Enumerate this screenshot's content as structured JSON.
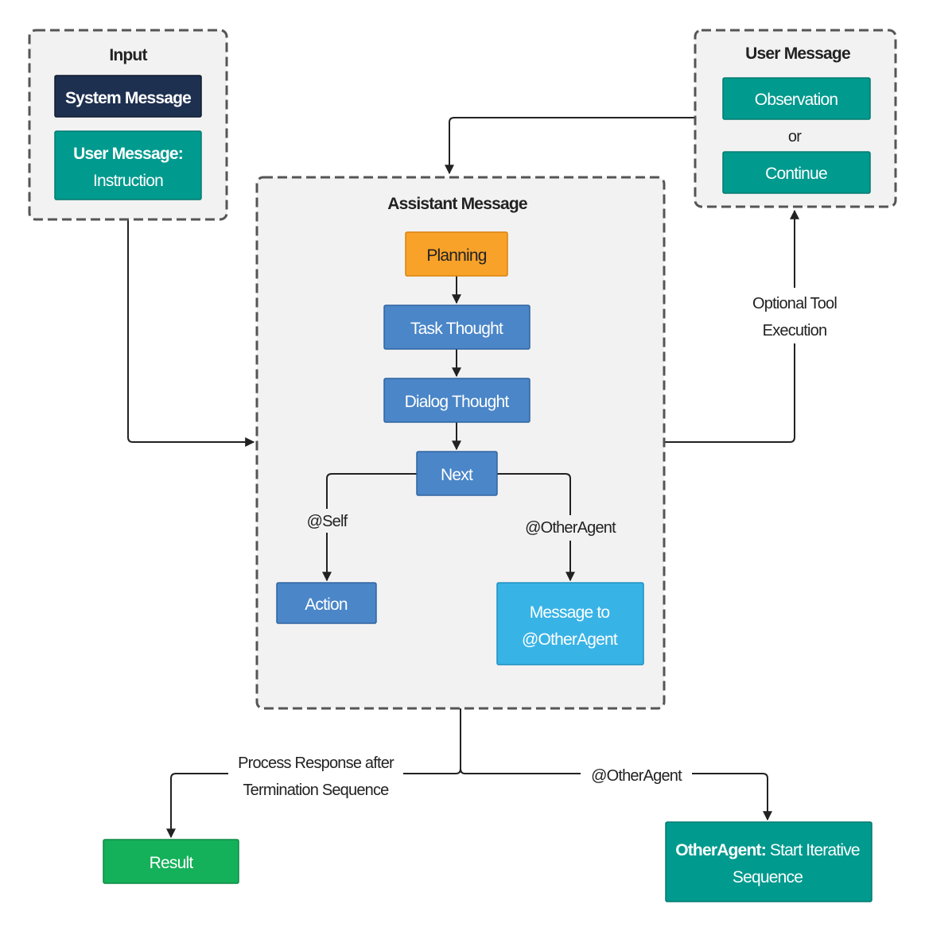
{
  "input": {
    "title": "Input",
    "system_message": "System Message",
    "user_message_bold": "User Message:",
    "user_message_text": "Instruction"
  },
  "user_message": {
    "title": "User Message",
    "observation": "Observation",
    "or": "or",
    "continue": "Continue"
  },
  "assistant": {
    "title": "Assistant Message",
    "planning": "Planning",
    "task_thought": "Task Thought",
    "dialog_thought": "Dialog Thought",
    "next": "Next",
    "self_label": "@Self",
    "other_label": "@OtherAgent",
    "action": "Action",
    "message_line1": "Message to",
    "message_line2": "@OtherAgent"
  },
  "edges": {
    "tool_line1": "Optional Tool",
    "tool_line2": "Execution",
    "process_line1": "Process Response after",
    "process_line2": "Termination Sequence",
    "other_agent": "@OtherAgent"
  },
  "outputs": {
    "result": "Result",
    "other_bold": "OtherAgent:",
    "other_text1": " Start Iterative",
    "other_text2": "Sequence"
  },
  "colors": {
    "navy": "#1e3050",
    "teal": "#009a8e",
    "blue": "#4a86c8",
    "orange": "#f8a22a",
    "light_blue": "#38b3e6",
    "green": "#15b05a"
  }
}
